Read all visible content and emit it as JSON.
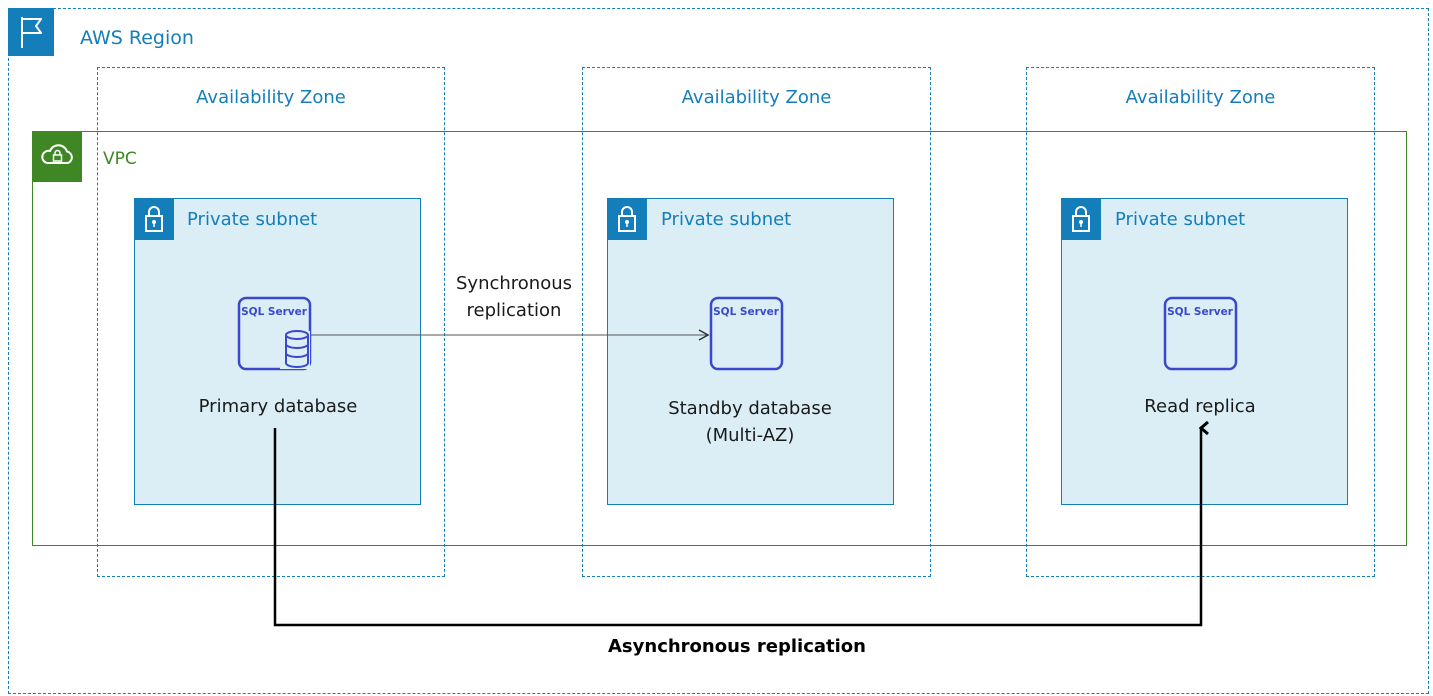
{
  "region": {
    "label": "AWS Region",
    "icon": "flag-icon",
    "color": "#147eba"
  },
  "zones": [
    {
      "label": "Availability Zone"
    },
    {
      "label": "Availability Zone"
    },
    {
      "label": "Availability Zone"
    }
  ],
  "vpc": {
    "label": "VPC",
    "icon": "cloud-lock-icon",
    "color": "#3f8624"
  },
  "subnets": [
    {
      "label": "Private subnet",
      "icon": "padlock-icon"
    },
    {
      "label": "Private subnet",
      "icon": "padlock-icon"
    },
    {
      "label": "Private subnet",
      "icon": "padlock-icon"
    }
  ],
  "databases": {
    "primary": {
      "label": "Primary database",
      "icon_text": "SQL Server",
      "icon": "sql-server-database-icon"
    },
    "standby": {
      "label_line1": "Standby database",
      "label_line2": "(Multi-AZ)",
      "icon_text": "SQL Server",
      "icon": "sql-server-icon"
    },
    "replica": {
      "label": "Read replica",
      "icon_text": "SQL Server",
      "icon": "sql-server-icon"
    }
  },
  "edges": {
    "sync": {
      "line1": "Synchronous",
      "line2": "replication"
    },
    "async": {
      "label": "Asynchronous replication"
    }
  },
  "colors": {
    "accent": "#147eba",
    "vpc": "#3f8624",
    "subnet_fill": "#dbeef6",
    "db_icon": "#3b48cc"
  }
}
